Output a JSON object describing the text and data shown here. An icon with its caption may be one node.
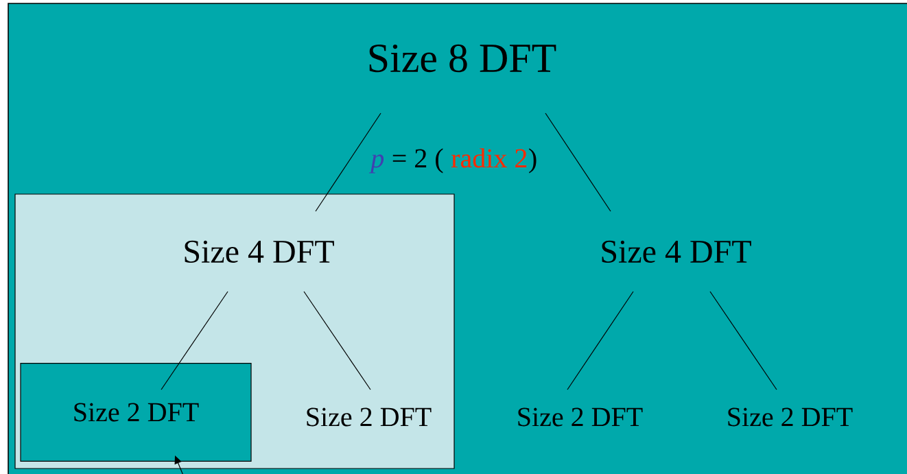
{
  "diagram": {
    "nodes": [
      {
        "text": [
          "Size 8 DFT"
        ]
      },
      {
        "text": [],
        "shape": "box"
      },
      {
        "text": [
          "Size 4 DFT"
        ],
        "in": 1
      },
      {
        "text": [
          "Size 4 DFT"
        ]
      },
      {
        "text": [
          "Size 2 DFT"
        ],
        "in": 1
      },
      {
        "text": [
          "Size 2 DFT"
        ],
        "in": 1
      },
      {
        "text": [
          "Size 2 DFT"
        ]
      },
      {
        "text": [
          "Size 2 DFT"
        ]
      }
    ],
    "edges": [
      {
        "from": 0,
        "to": 2,
        "arrow": "none"
      },
      {
        "from": 0,
        "to": 3,
        "arrow": "none"
      },
      {
        "from": 2,
        "to": 4,
        "arrow": "none"
      },
      {
        "from": 2,
        "to": 5,
        "arrow": "none"
      },
      {
        "from": 3,
        "to": 6,
        "arrow": "none"
      },
      {
        "from": 3,
        "to": 7,
        "arrow": "none"
      },
      {
        "from": null,
        "to": 4,
        "arrow": "to"
      }
    ],
    "labels": [
      "p",
      "= 2 (",
      "radix 2",
      ")"
    ]
  }
}
